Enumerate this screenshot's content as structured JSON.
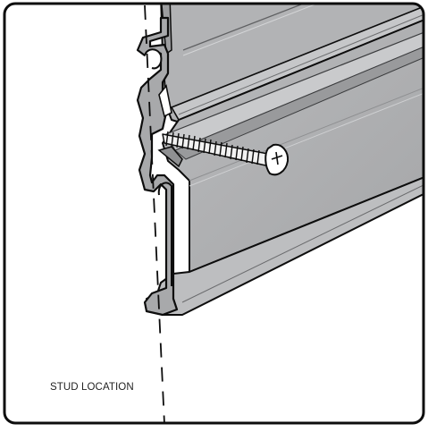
{
  "diagram": {
    "stud_label": "STUD LOCATION",
    "colors": {
      "panel_fill": "#aeafb1",
      "panel_light": "#c3c4c6",
      "panel_shadow": "#8c8d8f",
      "outline": "#0d0d0d",
      "screw_fill": "#ffffff",
      "background": "#ffffff"
    },
    "components": [
      "wall-frame",
      "stud-centerline",
      "hanging-rail",
      "mounting-screw"
    ]
  }
}
